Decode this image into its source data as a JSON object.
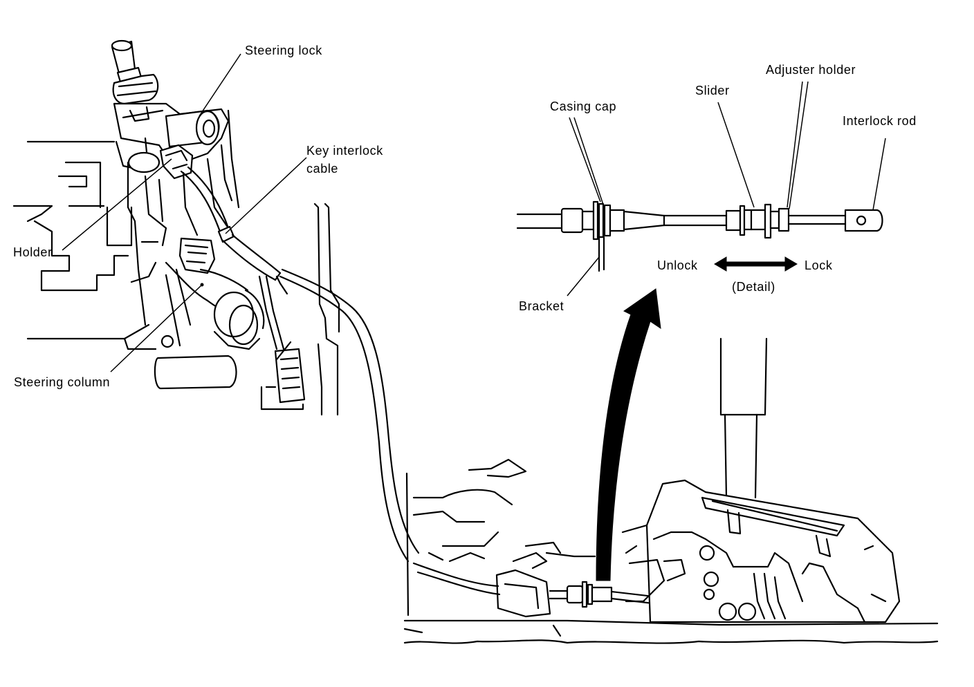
{
  "labels": {
    "steering_lock": "Steering lock",
    "key_interlock_cable_line1": "Key interlock",
    "key_interlock_cable_line2": "cable",
    "holder": "Holder",
    "steering_column": "Steering column",
    "casing_cap": "Casing cap",
    "slider": "Slider",
    "adjuster_holder": "Adjuster holder",
    "interlock_rod": "Interlock rod",
    "bracket": "Bracket",
    "unlock": "Unlock",
    "lock": "Lock",
    "detail": "(Detail)"
  },
  "colors": {
    "line": "#000000",
    "background": "#ffffff"
  }
}
